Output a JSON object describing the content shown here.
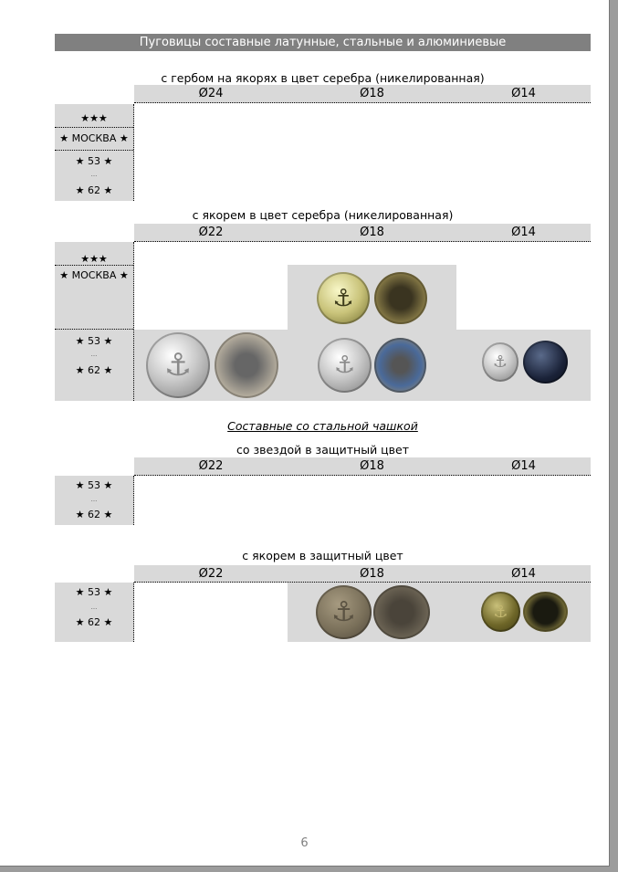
{
  "title": "Пуговицы составные латунные, стальные и алюминиевые",
  "sections": [
    {
      "subtitle": "с гербом на якорях в цвет серебра (никелированная)",
      "cols": [
        "Ø24",
        "Ø18",
        "Ø14"
      ],
      "rows": [
        "★★★",
        "★ МОСКВА ★",
        "★ 53 ★",
        "...",
        "★ 62 ★"
      ]
    },
    {
      "subtitle": "с якорем в цвет серебра (никелированная)",
      "cols": [
        "Ø22",
        "Ø18",
        "Ø14"
      ],
      "rows": [
        "★★★",
        "★ МОСКВА ★",
        "★ 53 ★",
        "...",
        "★ 62 ★"
      ]
    },
    {
      "subtitle": "со звездой в защитный цвет",
      "cols": [
        "Ø22",
        "Ø18",
        "Ø14"
      ],
      "rows": [
        "★ 53 ★",
        "...",
        "★ 62 ★"
      ]
    },
    {
      "subtitle": "с якорем в защитный цвет",
      "cols": [
        "Ø22",
        "Ø18",
        "Ø14"
      ],
      "rows": [
        "★ 53 ★",
        "...",
        "★ 62 ★"
      ]
    }
  ],
  "steel_heading": "Составные со стальной чашкой",
  "button_glyph": "⚓",
  "page_number": "6"
}
